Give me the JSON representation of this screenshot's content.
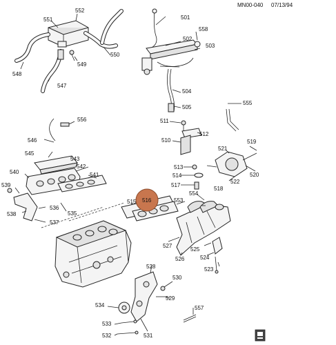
{
  "header": {
    "code": "MN00-040",
    "date": "07/13/94"
  },
  "highlight": {
    "part_number": "516",
    "color": "#c8764e"
  },
  "logo_color": "#444444",
  "labels": {
    "l501": "501",
    "l502": "502",
    "l503": "503",
    "l504": "504",
    "l505": "505",
    "l510": "510",
    "l511": "511",
    "l512": "512",
    "l513": "513",
    "l514": "514",
    "l515": "515",
    "l516": "516",
    "l517": "517",
    "l518": "518",
    "l519": "519",
    "l520": "520",
    "l521": "521",
    "l522": "522",
    "l523": "523",
    "l524": "524",
    "l525": "525",
    "l526": "526",
    "l527": "527",
    "l528": "528",
    "l529": "529",
    "l530": "530",
    "l531": "531",
    "l532": "532",
    "l533": "533",
    "l534": "534",
    "l535": "535",
    "l536": "536",
    "l537": "537",
    "l538": "538",
    "l539": "539",
    "l540": "540",
    "l541": "541",
    "l542": "542",
    "l543": "543",
    "l545": "545",
    "l546": "546",
    "l547": "547",
    "l548": "548",
    "l549": "549",
    "l550": "550",
    "l551": "551",
    "l552": "552",
    "l553": "553",
    "l554": "554",
    "l555": "555",
    "l556": "556",
    "l557": "557",
    "l558": "558"
  }
}
